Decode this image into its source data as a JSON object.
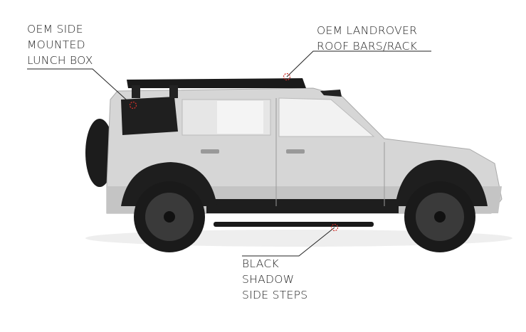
{
  "callouts": [
    {
      "lines": [
        "OEM SIDE",
        "MOUNTED",
        "LUNCH BOX"
      ]
    },
    {
      "lines": [
        "OEM LANDROVER",
        "ROOF BARS/RACK"
      ]
    },
    {
      "lines": [
        "BLACK",
        "SHADOW",
        "SIDE STEPS"
      ]
    }
  ],
  "colors": {
    "body": "#d4d4d4",
    "trim": "#1e1e1e",
    "marker": "#d0302a"
  }
}
